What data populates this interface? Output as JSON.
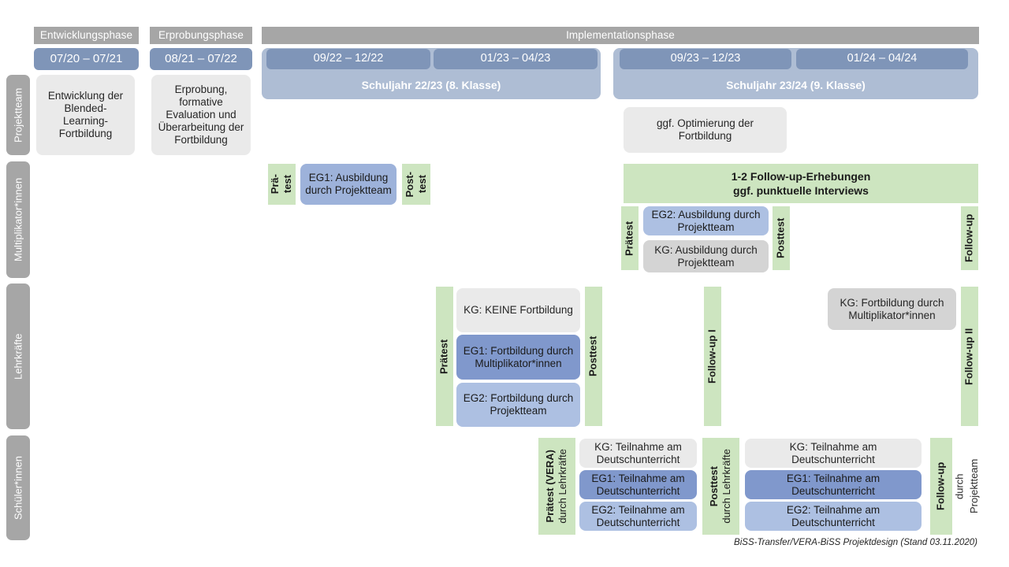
{
  "title": "BiSS-Transfer/VERA-BiSS Projektdesign",
  "colors": {
    "header_grey": "#a6a6a6",
    "date_blue": "#7f95b8",
    "schoolyear_blue": "#aebdd4",
    "green": "#cde5c0",
    "card_grey": "#eaeaea",
    "card_grey_dark": "#d4d4d4",
    "eg1_blue": "#8098cc",
    "eg2_blue": "#adc0e2"
  },
  "phases": [
    {
      "label": "Entwicklungsphase"
    },
    {
      "label": "Erprobungsphase"
    },
    {
      "label": "Implementationsphase"
    }
  ],
  "dates": [
    {
      "label": "07/20 – 07/21"
    },
    {
      "label": "08/21 – 07/22"
    },
    {
      "label": "09/22 – 12/22"
    },
    {
      "label": "01/23 – 04/23"
    },
    {
      "label": "09/23 – 12/23"
    },
    {
      "label": "01/24 – 04/24"
    }
  ],
  "school_years": [
    {
      "label": "Schuljahr 22/23 (8. Klasse)"
    },
    {
      "label": "Schuljahr 23/24 (9. Klasse)"
    }
  ],
  "rows": [
    {
      "label": "Projektteam"
    },
    {
      "label": "Multiplikator*innen"
    },
    {
      "label": "Lehrkräfte"
    },
    {
      "label": "Schüler*innen"
    }
  ],
  "projektteam": {
    "entwicklung": "Entwicklung der Blended-Learning-Fortbildung",
    "erprobung": "Erprobung, formative Evaluation und Überarbeitung der Fortbildung",
    "optimierung": "ggf. Optimierung der Fortbildung"
  },
  "multiplikatoren": {
    "praetest_line1": "Prä-",
    "praetest_line2": "test",
    "eg1": "EG1: Ausbildung durch Projektteam",
    "posttest_line1": "Post-",
    "posttest_line2": "test",
    "followup_banner_line1": "1-2 Follow-up-Erhebungen",
    "followup_banner_line2": "ggf. punktuelle Interviews",
    "praetest2": "Prätest",
    "eg2": "EG2: Ausbildung durch Projektteam",
    "kg": "KG: Ausbildung durch Projektteam",
    "posttest2": "Posttest",
    "followup": "Follow-up"
  },
  "lehrkraefte": {
    "praetest": "Prätest",
    "kg": "KG: KEINE Fortbildung",
    "eg1": "EG1: Fortbildung durch Multiplikator*innen",
    "eg2": "EG2: Fortbildung durch Projektteam",
    "posttest": "Posttest",
    "followup1": "Follow-up I",
    "kg2": "KG: Fortbildung durch Multiplikator*innen",
    "followup2": "Follow-up II"
  },
  "schueler": {
    "praetest_bold": "Prätest (VERA)",
    "praetest_sub": "durch Lehrkräfte",
    "kg1": "KG: Teilnahme am Deutschunterricht",
    "eg1_1": "EG1: Teilnahme am Deutschunterricht",
    "eg2_1": "EG2: Teilnahme am Deutschunterricht",
    "posttest_bold": "Posttest",
    "posttest_sub": "durch Lehrkräfte",
    "kg2": "KG: Teilnahme am Deutschunterricht",
    "eg1_2": "EG1: Teilnahme am Deutschunterricht",
    "eg2_2": "EG2: Teilnahme am Deutschunterricht",
    "followup_bold": "Follow-up",
    "followup_sub1": "durch",
    "followup_sub2": "Projektteam"
  },
  "footer": "BiSS-Transfer/VERA-BiSS Projektdesign (Stand 03.11.2020)"
}
